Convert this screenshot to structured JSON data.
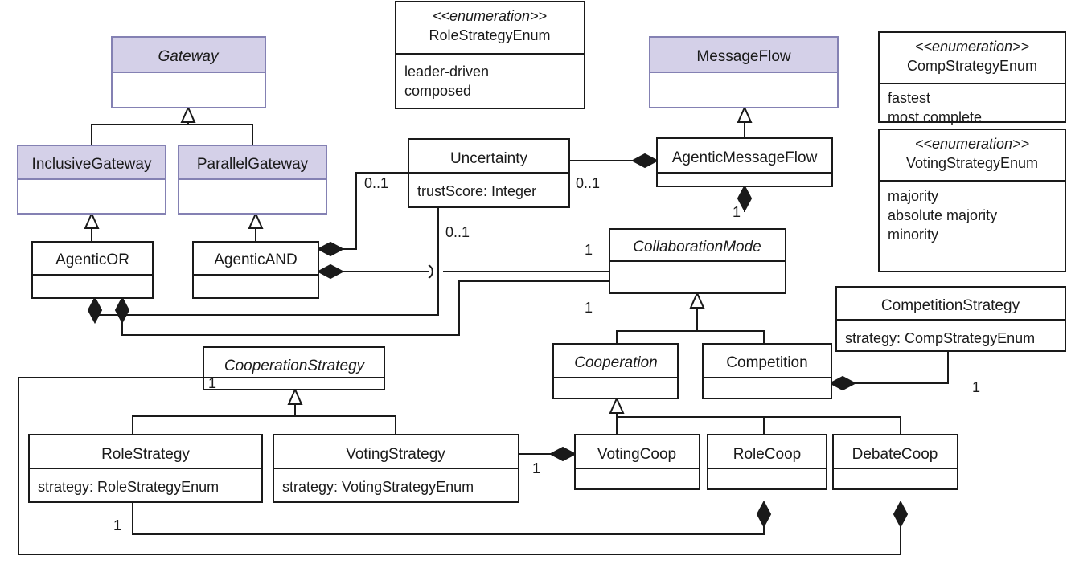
{
  "diagram": {
    "title": "Agentic BPMN UML Class Diagram",
    "colors": {
      "highlight_fill": "#d4d0e8",
      "highlight_stroke": "#8481b3",
      "line": "#1a1a1a",
      "background": "#ffffff"
    },
    "classes": [
      {
        "id": "gateway",
        "name": "Gateway",
        "abstract": true,
        "highlight": true,
        "attributes": []
      },
      {
        "id": "inclusive_gateway",
        "name": "InclusiveGateway",
        "abstract": false,
        "highlight": true,
        "attributes": []
      },
      {
        "id": "parallel_gateway",
        "name": "ParallelGateway",
        "abstract": false,
        "highlight": true,
        "attributes": []
      },
      {
        "id": "agentic_or",
        "name": "AgenticOR",
        "abstract": false,
        "highlight": false,
        "attributes": []
      },
      {
        "id": "agentic_and",
        "name": "AgenticAND",
        "abstract": false,
        "highlight": false,
        "attributes": []
      },
      {
        "id": "uncertainty",
        "name": "Uncertainty",
        "abstract": false,
        "highlight": false,
        "attributes": [
          "trustScore: Integer"
        ]
      },
      {
        "id": "message_flow",
        "name": "MessageFlow",
        "abstract": false,
        "highlight": true,
        "attributes": []
      },
      {
        "id": "agentic_message_flow",
        "name": "AgenticMessageFlow",
        "abstract": false,
        "highlight": false,
        "attributes": []
      },
      {
        "id": "collaboration_mode",
        "name": "CollaborationMode",
        "abstract": true,
        "highlight": false,
        "attributes": []
      },
      {
        "id": "cooperation",
        "name": "Cooperation",
        "abstract": true,
        "highlight": false,
        "attributes": []
      },
      {
        "id": "competition",
        "name": "Competition",
        "abstract": false,
        "highlight": false,
        "attributes": []
      },
      {
        "id": "competition_strategy",
        "name": "CompetitionStrategy",
        "abstract": false,
        "highlight": false,
        "attributes": [
          "strategy: CompStrategyEnum"
        ]
      },
      {
        "id": "cooperation_strategy",
        "name": "CooperationStrategy",
        "abstract": true,
        "highlight": false,
        "attributes": []
      },
      {
        "id": "role_strategy",
        "name": "RoleStrategy",
        "abstract": false,
        "highlight": false,
        "attributes": [
          "strategy: RoleStrategyEnum"
        ]
      },
      {
        "id": "voting_strategy",
        "name": "VotingStrategy",
        "abstract": false,
        "highlight": false,
        "attributes": [
          "strategy: VotingStrategyEnum"
        ]
      },
      {
        "id": "voting_coop",
        "name": "VotingCoop",
        "abstract": false,
        "highlight": false,
        "attributes": []
      },
      {
        "id": "role_coop",
        "name": "RoleCoop",
        "abstract": false,
        "highlight": false,
        "attributes": []
      },
      {
        "id": "debate_coop",
        "name": "DebateCoop",
        "abstract": false,
        "highlight": false,
        "attributes": []
      }
    ],
    "enumerations": [
      {
        "id": "role_strategy_enum",
        "stereotype": "<<enumeration>>",
        "name": "RoleStrategyEnum",
        "literals": [
          "leader-driven",
          "composed"
        ]
      },
      {
        "id": "comp_strategy_enum",
        "stereotype": "<<enumeration>>",
        "name": "CompStrategyEnum",
        "literals": [
          "fastest",
          "most complete"
        ]
      },
      {
        "id": "voting_strategy_enum",
        "stereotype": "<<enumeration>>",
        "name": "VotingStrategyEnum",
        "literals": [
          "majority",
          "absolute majority",
          "minority"
        ]
      }
    ],
    "generalizations": [
      {
        "from": "inclusive_gateway",
        "to": "gateway"
      },
      {
        "from": "parallel_gateway",
        "to": "gateway"
      },
      {
        "from": "agentic_or",
        "to": "inclusive_gateway"
      },
      {
        "from": "agentic_and",
        "to": "parallel_gateway"
      },
      {
        "from": "agentic_message_flow",
        "to": "message_flow"
      },
      {
        "from": "cooperation",
        "to": "collaboration_mode"
      },
      {
        "from": "competition",
        "to": "collaboration_mode"
      },
      {
        "from": "voting_coop",
        "to": "cooperation"
      },
      {
        "from": "role_coop",
        "to": "cooperation"
      },
      {
        "from": "debate_coop",
        "to": "cooperation"
      },
      {
        "from": "role_strategy",
        "to": "cooperation_strategy"
      },
      {
        "from": "voting_strategy",
        "to": "cooperation_strategy"
      }
    ],
    "compositions": [
      {
        "owner": "agentic_message_flow",
        "part": "uncertainty",
        "owner_multiplicity": "",
        "part_multiplicity": "0..1"
      },
      {
        "owner": "agentic_and",
        "part": "uncertainty",
        "owner_multiplicity": "",
        "part_multiplicity": "0..1"
      },
      {
        "owner": "agentic_or",
        "part": "uncertainty",
        "owner_multiplicity": "",
        "part_multiplicity": "0..1"
      },
      {
        "owner": "agentic_message_flow",
        "part": "collaboration_mode",
        "owner_multiplicity": "",
        "part_multiplicity": "1"
      },
      {
        "owner": "agentic_or",
        "part": "collaboration_mode",
        "owner_multiplicity": "",
        "part_multiplicity": "1"
      },
      {
        "owner": "agentic_and",
        "part": "collaboration_mode",
        "owner_multiplicity": "",
        "part_multiplicity": "1"
      },
      {
        "owner": "competition",
        "part": "competition_strategy",
        "owner_multiplicity": "",
        "part_multiplicity": "1"
      },
      {
        "owner": "voting_coop",
        "part": "voting_strategy",
        "owner_multiplicity": "",
        "part_multiplicity": "1"
      },
      {
        "owner": "role_coop",
        "part": "role_strategy",
        "owner_multiplicity": "",
        "part_multiplicity": "1"
      },
      {
        "owner": "debate_coop",
        "part": "cooperation_strategy",
        "owner_multiplicity": "",
        "part_multiplicity": "1"
      }
    ],
    "multiplicity_labels": [
      {
        "id": "m_uncert_left",
        "text": "0..1"
      },
      {
        "id": "m_uncert_right",
        "text": "0..1"
      },
      {
        "id": "m_uncert_bottom",
        "text": "0..1"
      },
      {
        "id": "m_amf_collab",
        "text": "1"
      },
      {
        "id": "m_collab_top",
        "text": "1"
      },
      {
        "id": "m_collab_bottom",
        "text": "1"
      },
      {
        "id": "m_compstrat",
        "text": "1"
      },
      {
        "id": "m_votingstrat",
        "text": "1"
      },
      {
        "id": "m_coopstrat",
        "text": "1"
      },
      {
        "id": "m_rolestrat",
        "text": "1"
      }
    ]
  }
}
